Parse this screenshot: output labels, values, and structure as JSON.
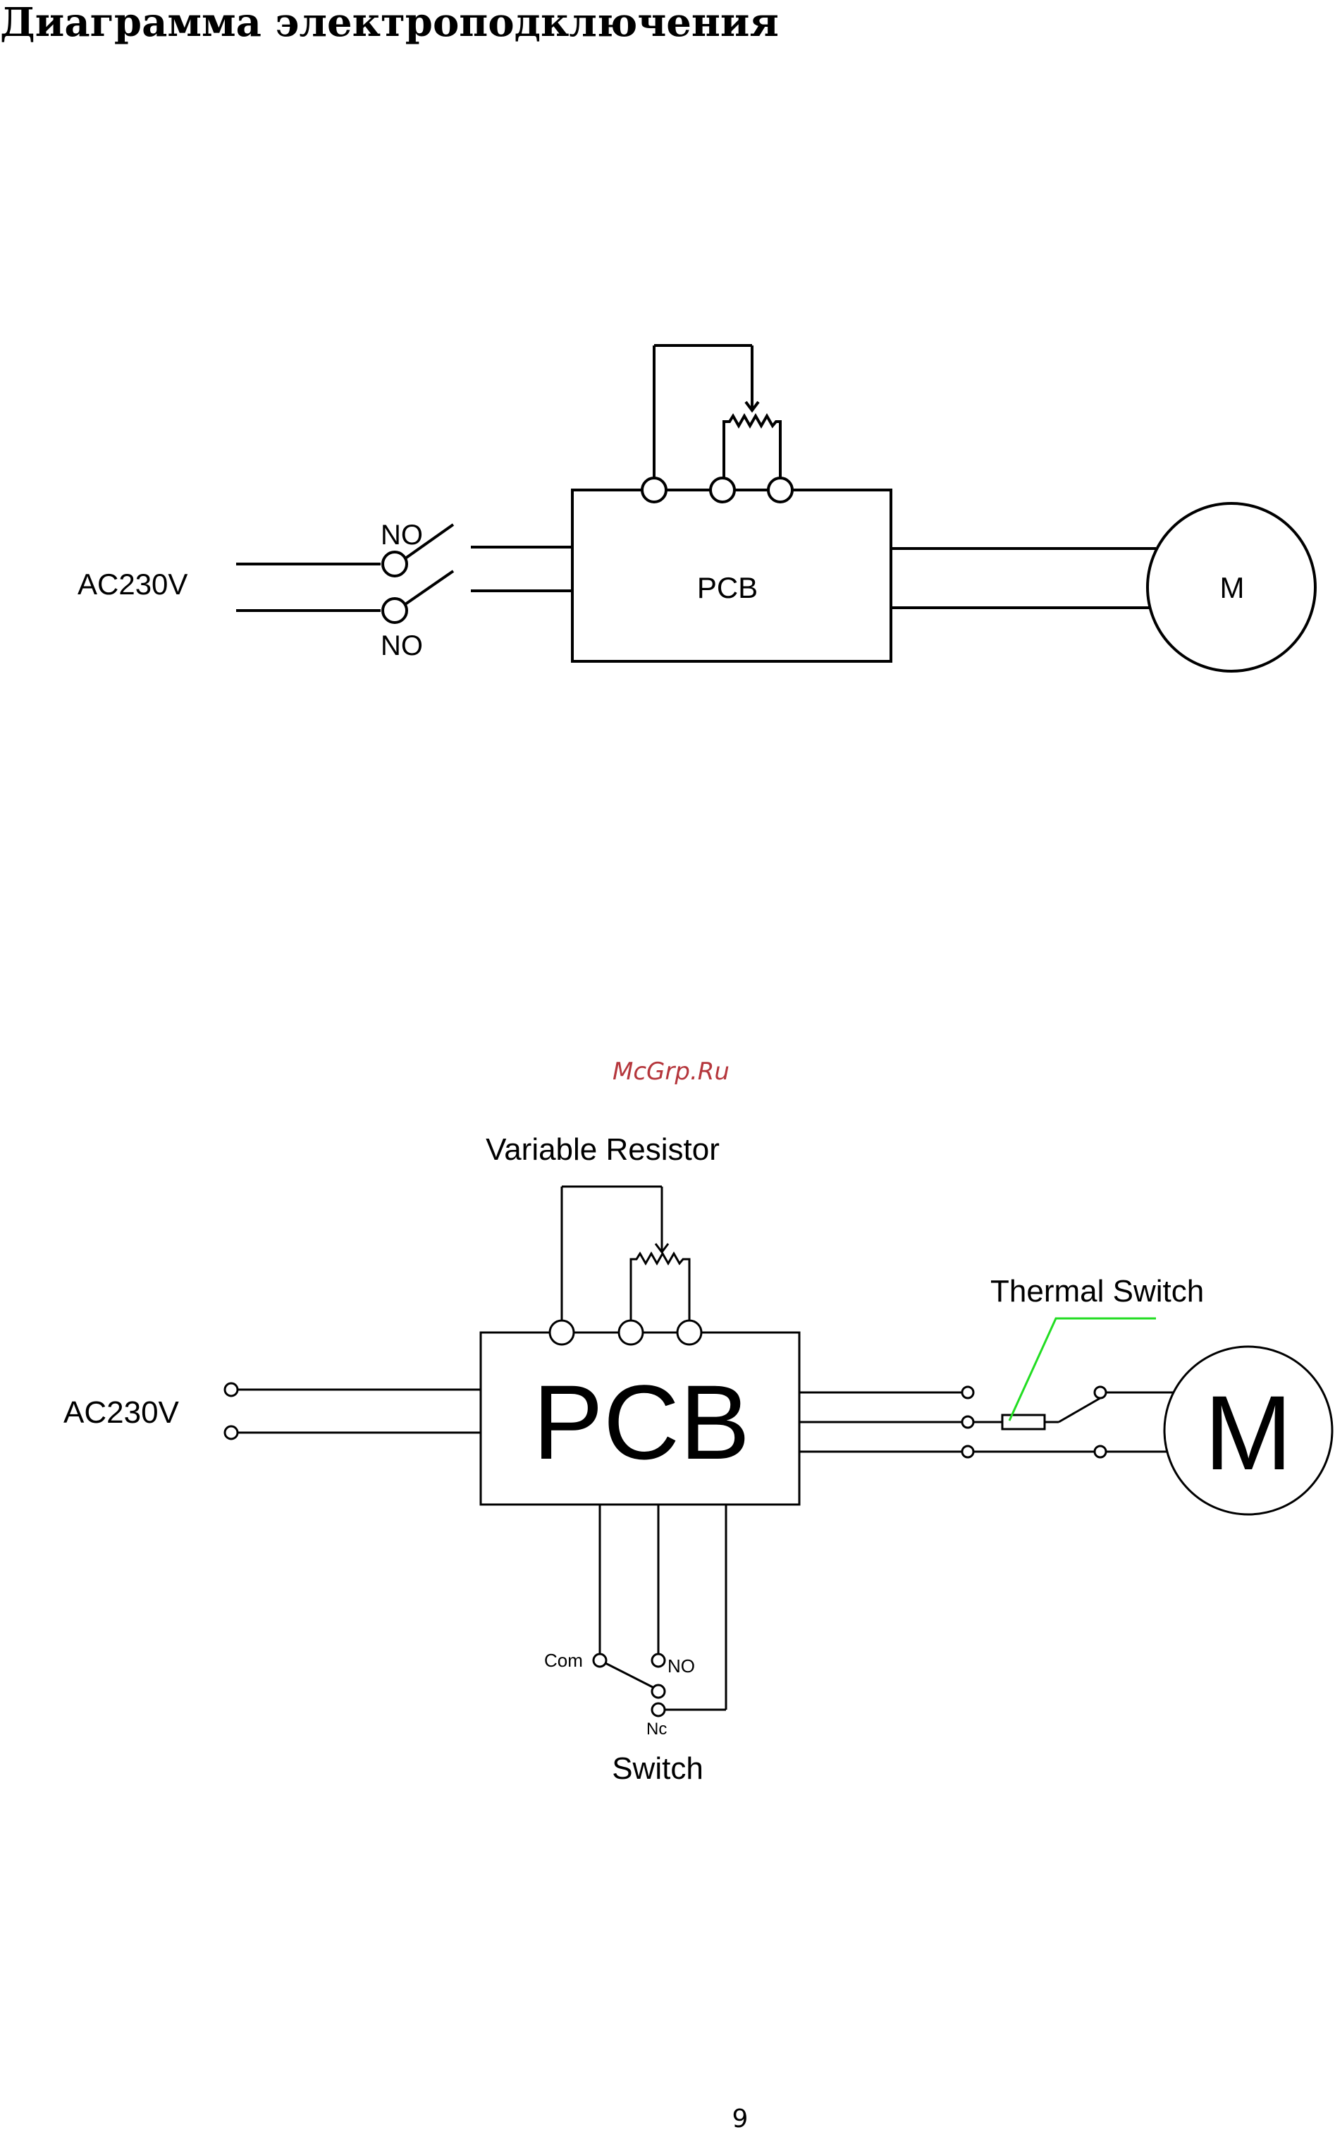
{
  "page": {
    "title": "Диаграмма электроподключения",
    "watermark": "McGrp.Ru",
    "page_number": "9",
    "colors": {
      "line": "#000000",
      "thermal_leader": "#22dd22",
      "watermark": "#b5363c"
    }
  },
  "diagram1": {
    "supply_label": "AC230V",
    "switch_top_label": "NO",
    "switch_bottom_label": "NO",
    "pcb_label": "PCB",
    "motor_label": "M"
  },
  "diagram2": {
    "variable_resistor_label": "Variable Resistor",
    "supply_label": "AC230V",
    "pcb_label": "PCB",
    "motor_label": "M",
    "thermal_switch_label": "Thermal Switch",
    "switch_com_label": "Com",
    "switch_no_label": "NO",
    "switch_nc_label": "Nc",
    "switch_label": "Switch"
  }
}
